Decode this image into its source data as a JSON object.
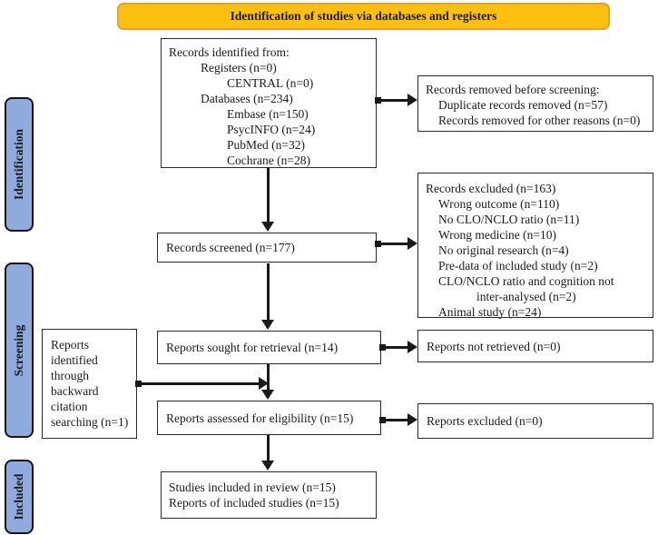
{
  "banner": {
    "label": "Identification of studies via databases and registers"
  },
  "sidebar": {
    "stages": [
      {
        "label": "Identification"
      },
      {
        "label": "Screening"
      },
      {
        "label": "Included"
      }
    ]
  },
  "flow": {
    "records_identified": {
      "lines": [
        "Records identified from:",
        "Registers (n=0)",
        "CENTRAL (n=0)",
        "Databases (n=234)",
        "Embase (n=150)",
        "PsycINFO (n=24)",
        "PubMed (n=32)",
        "Cochrane (n=28)"
      ]
    },
    "records_screened": {
      "label": "Records screened (n=177)"
    },
    "reports_sought": {
      "label": "Reports sought for retrieval (n=14)"
    },
    "reports_assessed": {
      "label": "Reports assessed for eligibility (n=15)"
    },
    "studies_included": {
      "lines": [
        "Studies included in review (n=15)",
        "Reports of included studies (n=15)"
      ]
    },
    "backward_citation": {
      "lines": [
        "Reports",
        "identified",
        "through",
        "backward",
        "citation",
        "searching (n=1)"
      ]
    }
  },
  "exclusions": {
    "removed_before_screening": {
      "lines": [
        "Records removed before screening:",
        "Duplicate records removed (n=57)",
        "Records removed for other reasons (n=0)"
      ]
    },
    "records_excluded": {
      "lines": [
        "Records excluded (n=163)",
        "Wrong outcome (n=110)",
        "No CLO/NCLO ratio (n=11)",
        "Wrong medicine (n=10)",
        "No original research (n=4)",
        "Pre-data of included study (n=2)",
        "CLO/NCLO ratio and cognition not",
        "inter-analysed (n=2)",
        "Animal study (n=24)"
      ]
    },
    "reports_not_retrieved": {
      "label": "Reports not retrieved (n=0)"
    },
    "reports_excluded": {
      "label": "Reports excluded (n=0)"
    }
  },
  "colors": {
    "banner_fill": "#FDC010",
    "banner_border": "#E9A129",
    "stage_fill": "#8FAADC",
    "line_color": "#1A1A1A"
  }
}
